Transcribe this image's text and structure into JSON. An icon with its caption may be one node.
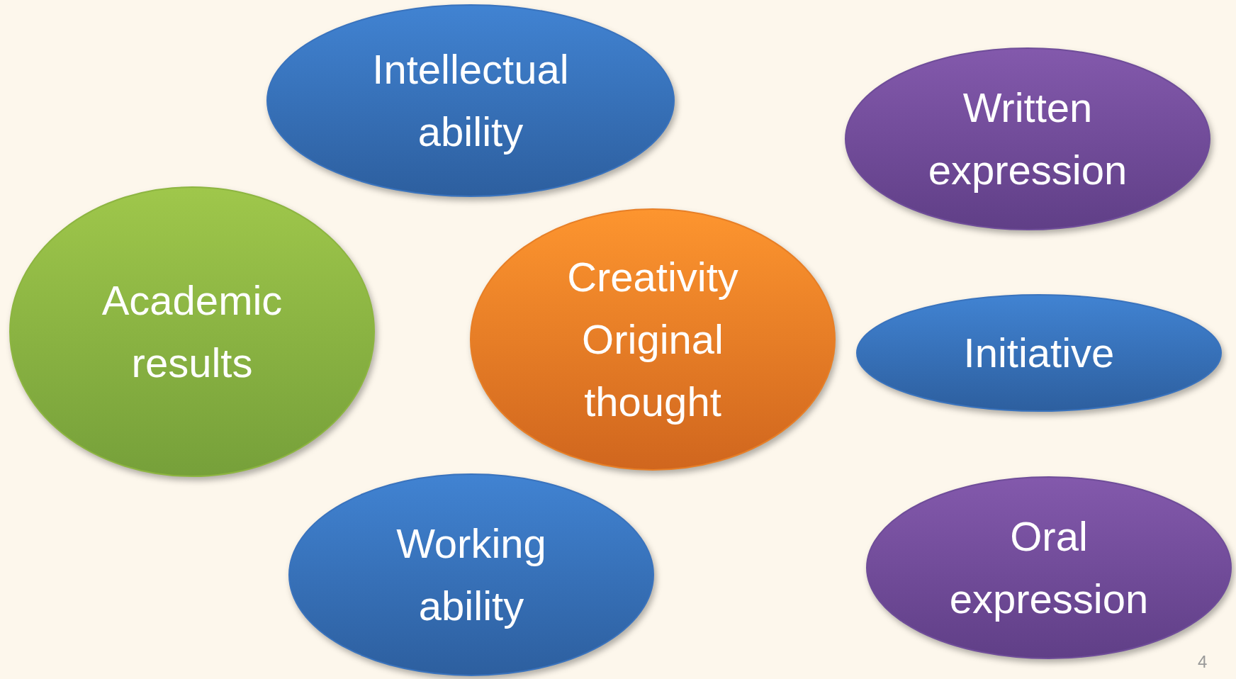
{
  "diagram": {
    "nodes": [
      {
        "text": [
          "Intellectual ability"
        ]
      },
      {
        "text": [
          "Written expression"
        ]
      },
      {
        "text": [
          "Academic results"
        ]
      },
      {
        "text": [
          "Creativity",
          "Original thought"
        ]
      },
      {
        "text": [
          "Initiative"
        ]
      },
      {
        "text": [
          "Working ability"
        ]
      },
      {
        "text": [
          "Oral expression"
        ]
      }
    ],
    "labels": [
      "4"
    ]
  }
}
